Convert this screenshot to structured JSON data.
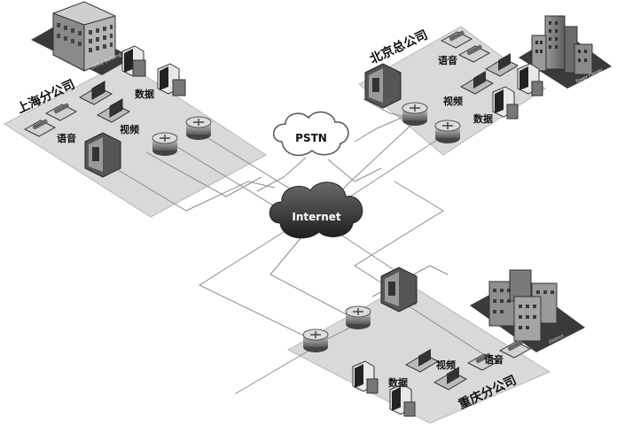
{
  "clouds": {
    "pstn": "PSTN",
    "internet": "Internet"
  },
  "sites": {
    "shanghai": {
      "name": "上海分公司",
      "voice": "语音",
      "video": "视频",
      "data": "数据",
      "building": "Office Building"
    },
    "beijing": {
      "name": "北京总公司",
      "voice": "语音",
      "video": "视频",
      "data": "数据",
      "building": "Tower Center"
    },
    "chongqing": {
      "name": "重庆分公司",
      "voice": "语音",
      "video": "视频",
      "data": "数据",
      "building": "District"
    }
  },
  "colors": {
    "platform": "#dcdcdc",
    "platform_edge": "#bdbdbd",
    "link": "#888888",
    "cloud_dark": "#3a3a3a",
    "device_dark": "#444444"
  }
}
